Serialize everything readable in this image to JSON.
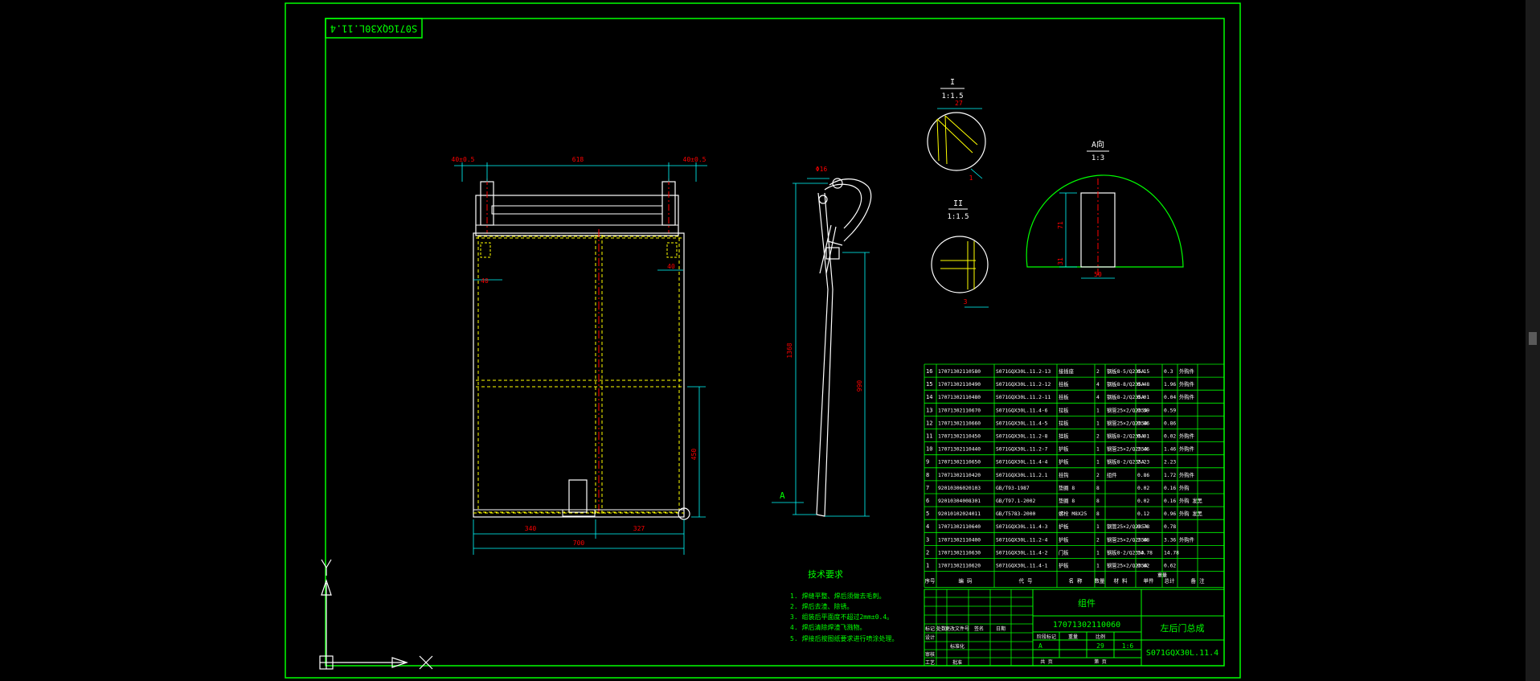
{
  "drawing": {
    "rotated_number": "S071GQX30L.11.4",
    "colors": {
      "background": "#000000",
      "border": "#00ff00",
      "outline": "#ffffff",
      "hidden": "#ffff00",
      "center": "#ff0000",
      "dimension": "#00ffff",
      "text": "#ffffff"
    }
  },
  "front_view": {
    "dims": {
      "d_left": "40±0.5",
      "d_top": "618",
      "d_right": "40±0.5",
      "d_side_l": "40",
      "d_side_r": "40",
      "d_bottom_l": "340",
      "d_bottom_r": "327",
      "d_total": "700",
      "d_height": "450"
    }
  },
  "side_view": {
    "dims": {
      "phi": "Φ16",
      "h_total": "1368",
      "h_right": "990"
    },
    "arrow_label": "A"
  },
  "details": {
    "d1": {
      "id": "I",
      "scale": "1:1.5",
      "dim_a": "27",
      "dim_b": "1"
    },
    "d2": {
      "id": "II",
      "scale": "1:1.5",
      "dim_a": "3"
    },
    "a": {
      "id": "A向",
      "scale": "1:3",
      "dim_w": "50",
      "dim_h1": "71",
      "dim_h2": "31"
    }
  },
  "tech": {
    "title": "技术要求",
    "lines": [
      "1. 焊缝平整、焊后须做去毛刺。",
      "2. 焊后去渣、除锈。",
      "3. 组装后平面度不超过2mm±0.4。",
      "4. 焊后清除焊渣飞溅物。",
      "5. 焊接后按图纸要求进行喷涂处理。"
    ]
  },
  "bom": {
    "rows": [
      [
        "16",
        "17071302110580",
        "S071GQX30L.11.2-13",
        "接插座",
        "2",
        "钢板8-5/Q235A",
        "0.15",
        "0.3",
        "外购件"
      ],
      [
        "15",
        "17071302110490",
        "S071GQX30L.11.2-12",
        "挂板",
        "4",
        "钢板8-8/Q235A",
        "0.48",
        "1.96",
        "外购件"
      ],
      [
        "14",
        "17071302110480",
        "S071GQX30L.11.2-11",
        "挂板",
        "4",
        "钢板8-2/Q235A",
        "0.01",
        "0.04",
        "外购件"
      ],
      [
        "13",
        "17071302110670",
        "S071GQX30L.11.4-6",
        "拉板",
        "1",
        "钢管25×2/Q235A",
        "0.59",
        "0.59",
        ""
      ],
      [
        "12",
        "17071302110660",
        "S071GQX30L.11.4-5",
        "拉板",
        "1",
        "钢管25×2/Q235A",
        "0.86",
        "0.86",
        ""
      ],
      [
        "11",
        "17071302110450",
        "S071GQX30L.11.2-8",
        "挂板",
        "2",
        "钢板8-2/Q235A",
        "0.01",
        "0.02",
        "外购件"
      ],
      [
        "10",
        "17071302110440",
        "S071GQX30L.11.2-7",
        "护板",
        "1",
        "钢管25×2/Q235A",
        "1.46",
        "1.46",
        "外购件"
      ],
      [
        "9",
        "17071302110650",
        "S071GQX30L.11.4-4",
        "护板",
        "1",
        "钢板8-2/Q235A",
        "2.23",
        "2.23",
        ""
      ],
      [
        "8",
        "17071302110420",
        "S071GQX30L.11.2.1",
        "挂钩",
        "2",
        "组件",
        "0.86",
        "1.72",
        "外购件"
      ],
      [
        "7",
        "92010306020103",
        "GB/T93-1987",
        "垫圈 8",
        "8",
        "",
        "0.02",
        "0.16",
        "外购"
      ],
      [
        "6",
        "92010304008301",
        "GB/T97.1-2002",
        "垫圈 8",
        "8",
        "",
        "0.02",
        "0.16",
        "外购 发黑"
      ],
      [
        "5",
        "92010102024011",
        "GB/T5783-2000",
        "螺栓 M8X25",
        "8",
        "",
        "0.12",
        "0.96",
        "外购 发黑"
      ],
      [
        "4",
        "17071302110640",
        "S071GQX30L.11.4-3",
        "护板",
        "1",
        "钢管25×2/Q235A",
        "0.78",
        "0.78",
        ""
      ],
      [
        "3",
        "17071302110400",
        "S071GQX30L.11.2-4",
        "护板",
        "2",
        "钢管25×2/Q235A",
        "1.68",
        "3.36",
        "外购件"
      ],
      [
        "2",
        "17071302110630",
        "S071GQX30L.11.4-2",
        "门板",
        "1",
        "钢板8-2/Q235A",
        "14.78",
        "14.78",
        ""
      ],
      [
        "1",
        "17071302110620",
        "S071GQX30L.11.4-1",
        "护板",
        "1",
        "钢管25×2/Q235A",
        "0.62",
        "0.62",
        ""
      ]
    ],
    "header": [
      "序号",
      "编 码",
      "代 号",
      "名 称",
      "数量",
      "材 料",
      "单件",
      "总计",
      "备 注"
    ],
    "weight_label": "重量"
  },
  "titleblock": {
    "mat_label": "组件",
    "code": "17071302110060",
    "name": "左后门总成",
    "drawing_no": "S071GQX30L.11.4",
    "stage": "A",
    "weight": "29",
    "scale": "1:6",
    "labels": [
      "标记",
      "处数",
      "更改文件号",
      "签名",
      "日期",
      "设计",
      "标准化",
      "阶段标记",
      "重量",
      "比例",
      "审核",
      "工艺",
      "批准",
      "共 页",
      "第 页"
    ]
  }
}
